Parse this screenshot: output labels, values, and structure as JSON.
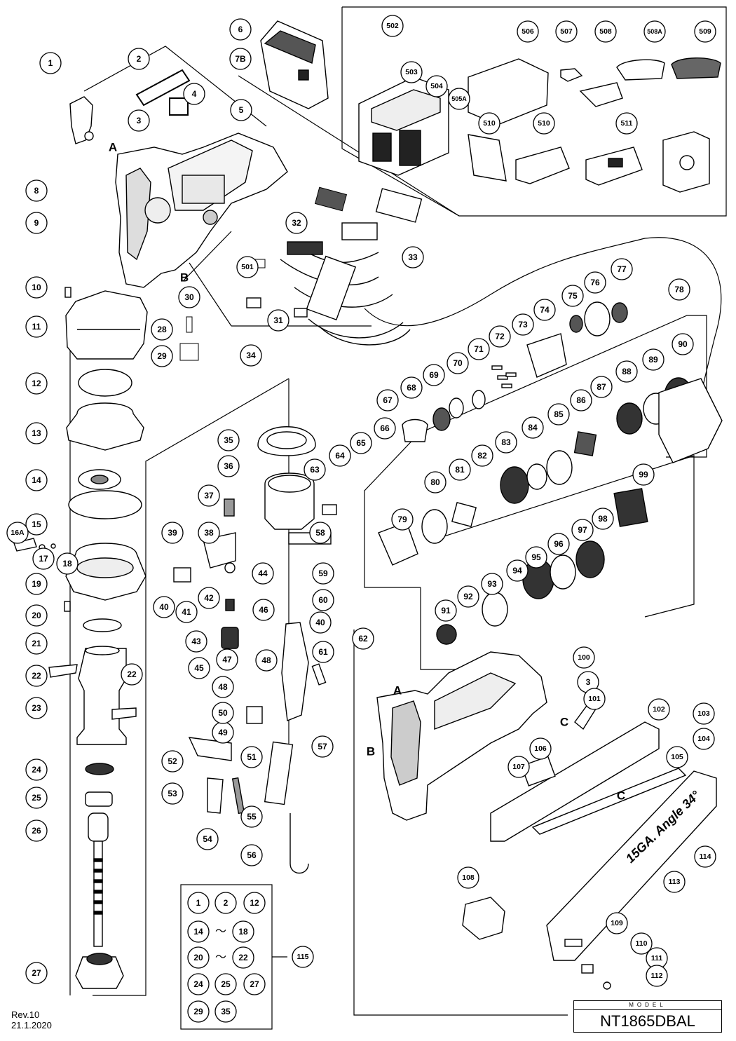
{
  "callouts": [
    "1",
    "2",
    "3",
    "4",
    "5",
    "6",
    "7B",
    "8",
    "9",
    "10",
    "11",
    "12",
    "13",
    "14",
    "15",
    "16A",
    "17",
    "18",
    "19",
    "20",
    "21",
    "22",
    "22",
    "23",
    "24",
    "25",
    "26",
    "27",
    "28",
    "29",
    "30",
    "31",
    "32",
    "33",
    "34",
    "35",
    "36",
    "37",
    "38",
    "39",
    "40",
    "40",
    "41",
    "42",
    "43",
    "44",
    "45",
    "46",
    "47",
    "48",
    "48",
    "49",
    "50",
    "51",
    "52",
    "53",
    "54",
    "55",
    "56",
    "57",
    "58",
    "59",
    "60",
    "61",
    "62",
    "63",
    "64",
    "65",
    "66",
    "67",
    "68",
    "69",
    "70",
    "71",
    "72",
    "73",
    "74",
    "75",
    "76",
    "77",
    "78",
    "79",
    "80",
    "81",
    "82",
    "83",
    "84",
    "85",
    "86",
    "87",
    "88",
    "89",
    "90",
    "91",
    "92",
    "93",
    "94",
    "95",
    "96",
    "97",
    "98",
    "99",
    "100",
    "3",
    "101",
    "102",
    "103",
    "104",
    "105",
    "106",
    "107",
    "108",
    "109",
    "110",
    "111",
    "112",
    "113",
    "114",
    "115",
    "501",
    "502",
    "503",
    "504",
    "505A",
    "506",
    "507",
    "508",
    "508A",
    "509",
    "510",
    "510",
    "511"
  ],
  "ref_letters": [
    "A",
    "B",
    "A",
    "B",
    "C",
    "C"
  ],
  "kit_items": [
    "1",
    "2",
    "12",
    "14",
    "18",
    "20",
    "22",
    "24",
    "25",
    "27",
    "29",
    "35"
  ],
  "kit_range_symbol": "～",
  "magazine_text": "15GA. Angle 34°",
  "revision": "Rev.10",
  "date": "21.1.2020",
  "model_label": "MODEL",
  "model_name": "NT1865DBAL"
}
